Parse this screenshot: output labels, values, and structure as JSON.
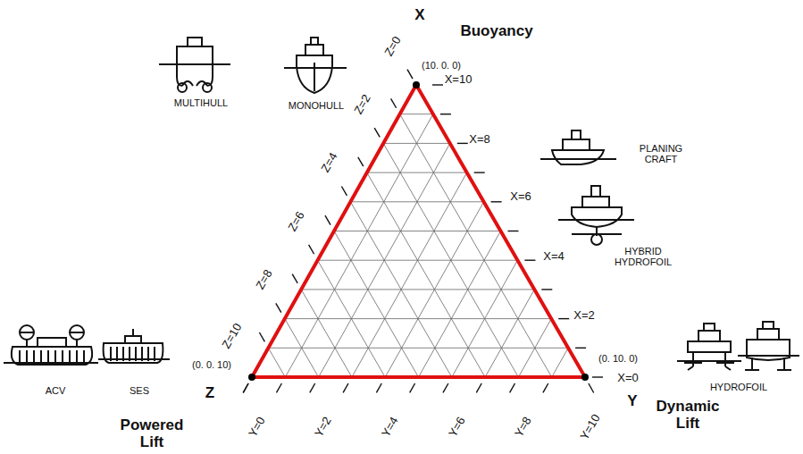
{
  "diagram": {
    "labels": [
      "X",
      "Buoyancy",
      "(10. 0. 0)",
      "X=10",
      "X=8",
      "X=6",
      "X=4",
      "X=2",
      "X=0",
      "(0. 10. 0)",
      "Y",
      "Dynamic Lift",
      "Y=0",
      "Y=2",
      "Y=4",
      "Y=6",
      "Y=8",
      "Y=10",
      "Z",
      "Powered Lift",
      "(0. 0. 10)",
      "Z=0",
      "Z=2",
      "Z=4",
      "Z=6",
      "Z=8",
      "Z=10",
      "MULTIHULL",
      "MONOHULL",
      "PLANING CRAFT",
      "HYBRID HYDROFOIL",
      "HYDROFOIL",
      "ACV",
      "SES"
    ]
  }
}
